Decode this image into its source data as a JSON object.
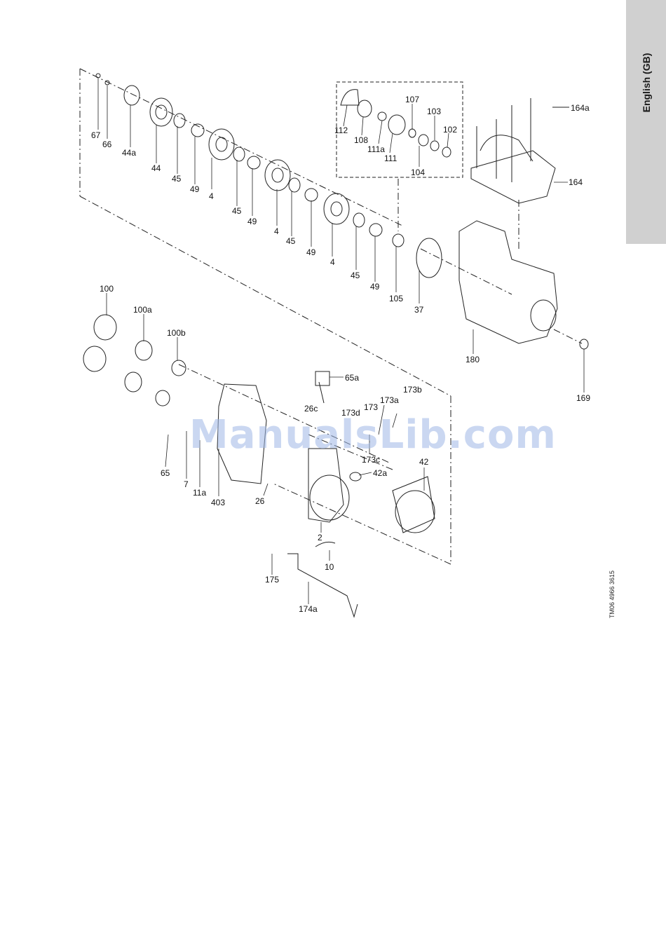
{
  "side_tab": {
    "label": "English (GB)"
  },
  "figure": {
    "reference_code": "TM06 4966 3615",
    "watermark": "ManualsLib.com",
    "callouts": [
      {
        "id": "c-67",
        "label": "67"
      },
      {
        "id": "c-66",
        "label": "66"
      },
      {
        "id": "c-44a",
        "label": "44a"
      },
      {
        "id": "c-44",
        "label": "44"
      },
      {
        "id": "c-45-1",
        "label": "45"
      },
      {
        "id": "c-49-1",
        "label": "49"
      },
      {
        "id": "c-4-1",
        "label": "4"
      },
      {
        "id": "c-45-2",
        "label": "45"
      },
      {
        "id": "c-49-2",
        "label": "49"
      },
      {
        "id": "c-4-2",
        "label": "4"
      },
      {
        "id": "c-45-3",
        "label": "45"
      },
      {
        "id": "c-49-3",
        "label": "49"
      },
      {
        "id": "c-4-3",
        "label": "4"
      },
      {
        "id": "c-45-4",
        "label": "45"
      },
      {
        "id": "c-49-4",
        "label": "49"
      },
      {
        "id": "c-105",
        "label": "105"
      },
      {
        "id": "c-37",
        "label": "37"
      },
      {
        "id": "c-112",
        "label": "112"
      },
      {
        "id": "c-108",
        "label": "108"
      },
      {
        "id": "c-111a",
        "label": "111a"
      },
      {
        "id": "c-111",
        "label": "111"
      },
      {
        "id": "c-107",
        "label": "107"
      },
      {
        "id": "c-104",
        "label": "104"
      },
      {
        "id": "c-103",
        "label": "103"
      },
      {
        "id": "c-102",
        "label": "102"
      },
      {
        "id": "c-164a",
        "label": "164a"
      },
      {
        "id": "c-164",
        "label": "164"
      },
      {
        "id": "c-180",
        "label": "180"
      },
      {
        "id": "c-169",
        "label": "169"
      },
      {
        "id": "c-100",
        "label": "100"
      },
      {
        "id": "c-100a",
        "label": "100a"
      },
      {
        "id": "c-100b",
        "label": "100b"
      },
      {
        "id": "c-65",
        "label": "65"
      },
      {
        "id": "c-7",
        "label": "7"
      },
      {
        "id": "c-11a",
        "label": "11a"
      },
      {
        "id": "c-403",
        "label": "403"
      },
      {
        "id": "c-65a",
        "label": "65a"
      },
      {
        "id": "c-26c",
        "label": "26c"
      },
      {
        "id": "c-173d",
        "label": "173d"
      },
      {
        "id": "c-173",
        "label": "173"
      },
      {
        "id": "c-173a",
        "label": "173a"
      },
      {
        "id": "c-173b",
        "label": "173b"
      },
      {
        "id": "c-173c",
        "label": "173c"
      },
      {
        "id": "c-42a",
        "label": "42a"
      },
      {
        "id": "c-42",
        "label": "42"
      },
      {
        "id": "c-26",
        "label": "26"
      },
      {
        "id": "c-2",
        "label": "2"
      },
      {
        "id": "c-10",
        "label": "10"
      },
      {
        "id": "c-175",
        "label": "175"
      },
      {
        "id": "c-174a",
        "label": "174a"
      }
    ]
  }
}
